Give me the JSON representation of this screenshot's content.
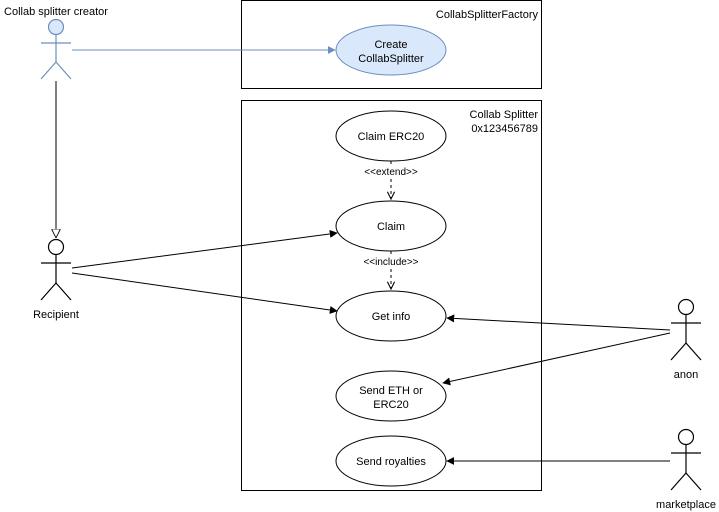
{
  "colors": {
    "stroke": "#000000",
    "creator_stroke": "#6c8ebf",
    "creator_fill": "#dae8fc",
    "background": "#ffffff"
  },
  "boundaries": {
    "factory": {
      "label": "CollabSplitterFactory"
    },
    "splitter": {
      "label_line1": "Collab Splitter",
      "label_line2": "0x123456789"
    }
  },
  "actors": {
    "creator": {
      "name": "Collab splitter creator"
    },
    "recipient": {
      "name": "Recipient"
    },
    "anon": {
      "name": "anon"
    },
    "marketplace": {
      "name": "marketplace"
    }
  },
  "use_cases": {
    "create": {
      "line1": "Create",
      "line2": "CollabSplitter"
    },
    "claim_erc20": {
      "label": "Claim ERC20"
    },
    "claim": {
      "label": "Claim"
    },
    "get_info": {
      "label": "Get info"
    },
    "send_eth": {
      "line1": "Send ETH or",
      "line2": "ERC20"
    },
    "send_royalties": {
      "label": "Send royalties"
    }
  },
  "relations": {
    "extend": "<<extend>>",
    "include": "<<include>>"
  }
}
